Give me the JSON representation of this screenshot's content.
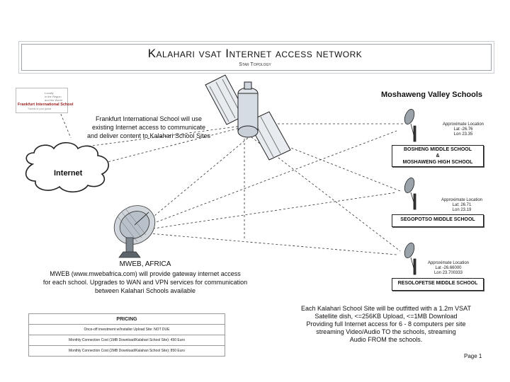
{
  "header": {
    "title": "Kalahari vsat Internet access network",
    "subtitle": "Star Topology"
  },
  "fis": {
    "logo_lines": [
      "Locally",
      "in the Region",
      "and the World"
    ],
    "logo_name": "Frankfurt International School",
    "logo_tagline": "Travels of your global",
    "text_lines": [
      "Frankfurt International School will use",
      "existing Internet access to communicate",
      "and deliver content to Kalahari School Sites"
    ]
  },
  "internet": {
    "label": "Internet"
  },
  "mweb": {
    "name": "MWEB, AFRICA",
    "text_lines": [
      "MWEB (www.mwebafrica.com) will provide gateway internet access",
      "for each school. Upgrades to WAN and VPN services for communication",
      "between Kalahari Schools available"
    ]
  },
  "moshaweng": {
    "title": "Moshaweng Valley Schools",
    "sites": [
      {
        "location_lines": [
          "Approximate Location",
          "Lat -26.76",
          "Lon 23.35"
        ],
        "name_lines": [
          "BOSHENG MIDDLE SCHOOL",
          "&",
          "MOSHAWENG HIGH SCHOOL"
        ]
      },
      {
        "location_lines": [
          "Approximate Location",
          "Lat: 26.71",
          "Lon 23.19"
        ],
        "name_lines": [
          "SEGOPOTSO MIDDLE SCHOOL"
        ]
      },
      {
        "location_lines": [
          "Approximate Location",
          "Lat -26.66000",
          "Lon 23.700333"
        ],
        "name_lines": [
          "RESOLOFETSE MIDDLE SCHOOL"
        ]
      }
    ]
  },
  "pricing": {
    "header": "PRICING",
    "rows": [
      "Once-off investment w/Installer Upload Site: NOT DUE",
      "Monthly Connection Cost (1MB Download/Kalahari School Site): 450 Euro",
      "Monthly Connection Cost (2MB Download/Kalahari School Site): 850 Euro"
    ]
  },
  "sites_info": {
    "lines": [
      "Each Kalahari School Site will be outfitted with a 1.2m VSAT",
      "Satellite dish, <=256KB Upload, <=1MB Download",
      "Providing full Internet access for 6 - 8 computers per site",
      "streaming Video/Audio TO the schools, streaming",
      "Audio FROM the schools."
    ]
  },
  "footer": {
    "page": "Page 1"
  },
  "colors": {
    "line": "#222222",
    "cloud_fill": "#ffffff",
    "box_border": "#222222",
    "dashed": "#333333"
  },
  "icons": [
    "satellite-icon",
    "satellite-dish-icon",
    "vsat-dish-icon",
    "cloud-icon"
  ]
}
